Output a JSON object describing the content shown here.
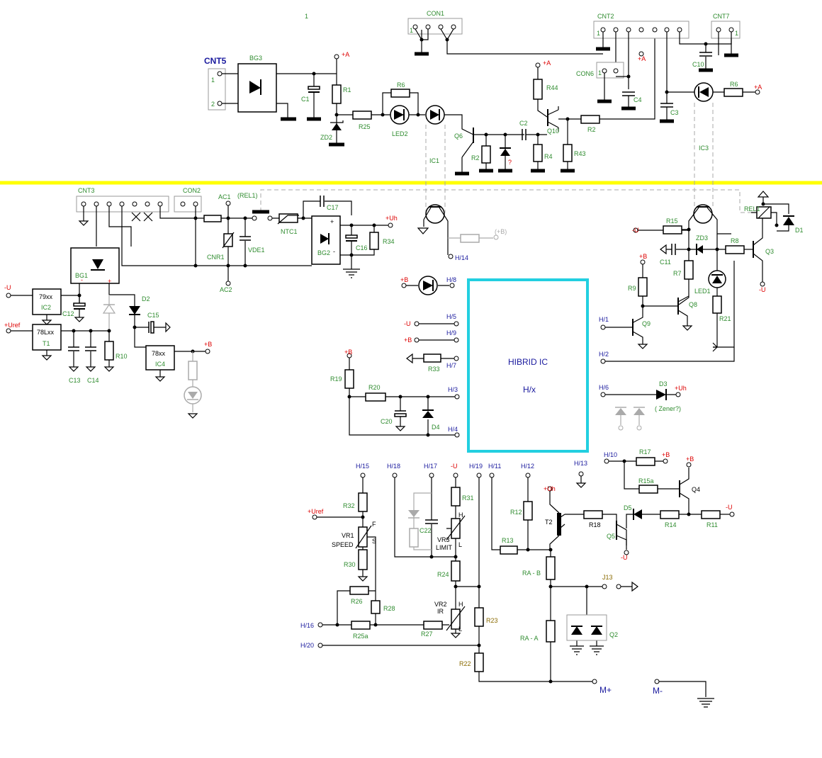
{
  "page_number": "1",
  "hybrid_ic": {
    "title": "HIBRID IC",
    "subtitle": "H/x"
  },
  "colors": {
    "green_label": "#2e8b2e",
    "net_label": "#1a1a9e",
    "supply_label": "#d00000",
    "divider": "#ffff00",
    "hybrid_border": "#22cfe0"
  },
  "connectors": {
    "cnt5": "CNT5",
    "con1": "CON1",
    "cnt2": "CNT2",
    "cnt7": "CNT7",
    "con6": "CON6",
    "cnt3": "CNT3",
    "con2": "CON2"
  },
  "labels": {
    "bg3": "BG3",
    "c1": "C1",
    "r1": "R1",
    "zd2": "ZD2",
    "r25": "R25",
    "r6a": "R6",
    "led2": "LED2",
    "ic1": "IC1",
    "q6": "Q6",
    "r2a": "R2",
    "c2": "C2",
    "r4": "R4",
    "r44": "R44",
    "q10": "Q10",
    "r43": "R43",
    "r2b": "R2",
    "c4": "C4",
    "c3": "C3",
    "c10": "C10",
    "ic3": "IC3",
    "r6b": "R6",
    "bg1": "BG1",
    "ic2": "IC2",
    "ic2_type": "79xx",
    "c12": "C12",
    "t1": "T1",
    "t1_type": "78Lxx",
    "c13": "C13",
    "c14": "C14",
    "r10": "R10",
    "d2": "D2",
    "c15": "C15",
    "ic4": "IC4",
    "ic4_type": "78xx",
    "ac1": "AC1",
    "ac2": "AC2",
    "cnr1": "CNR1",
    "vde1": "VDE1",
    "rel1_ref": "(REL1)",
    "ntc1": "NTC1",
    "c17": "C17",
    "bg2": "BG2",
    "c16": "C16",
    "r34": "R34",
    "r15": "R15",
    "zd3": "ZD3",
    "r8": "R8",
    "q3": "Q3",
    "rel1": "REL1",
    "d1": "D1",
    "c11": "C11",
    "r7": "R7",
    "led1": "LED1",
    "r9": "R9",
    "q8": "Q8",
    "q9": "Q9",
    "r21": "R21",
    "r33": "R33",
    "r19": "R19",
    "r20": "R20",
    "c20": "C20",
    "d4": "D4",
    "d3": "D3",
    "zener_q": "( Zener?)",
    "r32": "R32",
    "vr1": "VR1",
    "speed": "SPEED",
    "f": "F",
    "s": "S",
    "r30": "R30",
    "r26": "R26",
    "r28": "R28",
    "r25a": "R25a",
    "r27": "R27",
    "c22": "C22",
    "r31": "R31",
    "vr3": "VR3",
    "limit": "LIMIT",
    "h": "H",
    "l": "L",
    "r24": "R24",
    "vr2": "VR2",
    "ir": "IR",
    "r23": "R23",
    "r22": "R22",
    "r12": "R12",
    "r13": "R13",
    "t2": "T2",
    "ra_b": "RA - B",
    "ra_a": "RA - A",
    "j13": "J13",
    "q2": "Q2",
    "r18": "R18",
    "d5": "D5",
    "q5": "Q5",
    "r14": "R14",
    "r11": "R11",
    "r17": "R17",
    "r15a": "R15a",
    "q4": "Q4",
    "mplus": "M+",
    "mminus": "M-",
    "question": "?",
    "pin1": "1",
    "pin2": "2"
  },
  "nets": {
    "h14": "H/14",
    "h8": "H/8",
    "h5": "H/5",
    "h9": "H/9",
    "h7": "H/7",
    "h3": "H/3",
    "h4": "H/4",
    "h1": "H/1",
    "h2": "H/2",
    "h6": "H/6",
    "h15": "H/15",
    "h18": "H/18",
    "h17": "H/17",
    "h19": "H/19",
    "h11": "H/11",
    "h12": "H/12",
    "h13": "H/13",
    "h10": "H/10",
    "h16": "H/16",
    "h20": "H/20"
  },
  "supplies": {
    "pa": "+A",
    "pb": "+B",
    "mu": "-U",
    "puh": "+Uh",
    "puref": "+Uref",
    "pb_gray": "(+B)"
  }
}
